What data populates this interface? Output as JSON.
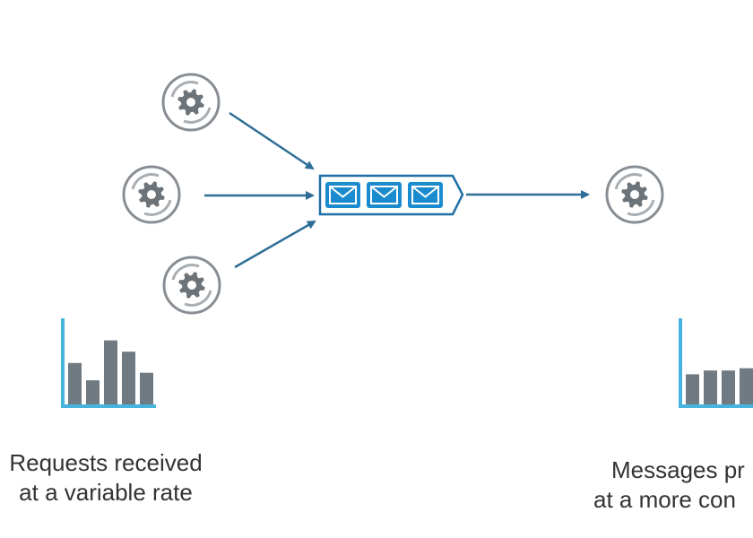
{
  "colors": {
    "arrow": "#2e6e96",
    "queue_fill": "#1b8bd0",
    "queue_outline": "#1d6fa5",
    "envelope": "#ffffff",
    "bar": "#707a82",
    "axis": "#47b4e0",
    "service_ring": "#888e93",
    "gear": "#6c747a",
    "caption": "#333333"
  },
  "producers": [
    {
      "icon": "gear-icon"
    },
    {
      "icon": "gear-icon"
    },
    {
      "icon": "gear-icon"
    }
  ],
  "queue": {
    "message_count": 3,
    "icon": "envelope-icon"
  },
  "consumer": {
    "icon": "gear-icon"
  },
  "left_chart": {
    "type": "bar",
    "bar_levels": [
      0.55,
      0.32,
      0.85,
      0.7,
      0.42
    ]
  },
  "right_chart": {
    "type": "bar",
    "bar_levels": [
      0.4,
      0.45,
      0.45,
      0.48
    ]
  },
  "captions": {
    "left": {
      "line1": "Requests received",
      "line2": "at a variable rate"
    },
    "right": {
      "line1": "Messages pr",
      "line2": "at a more con"
    }
  }
}
